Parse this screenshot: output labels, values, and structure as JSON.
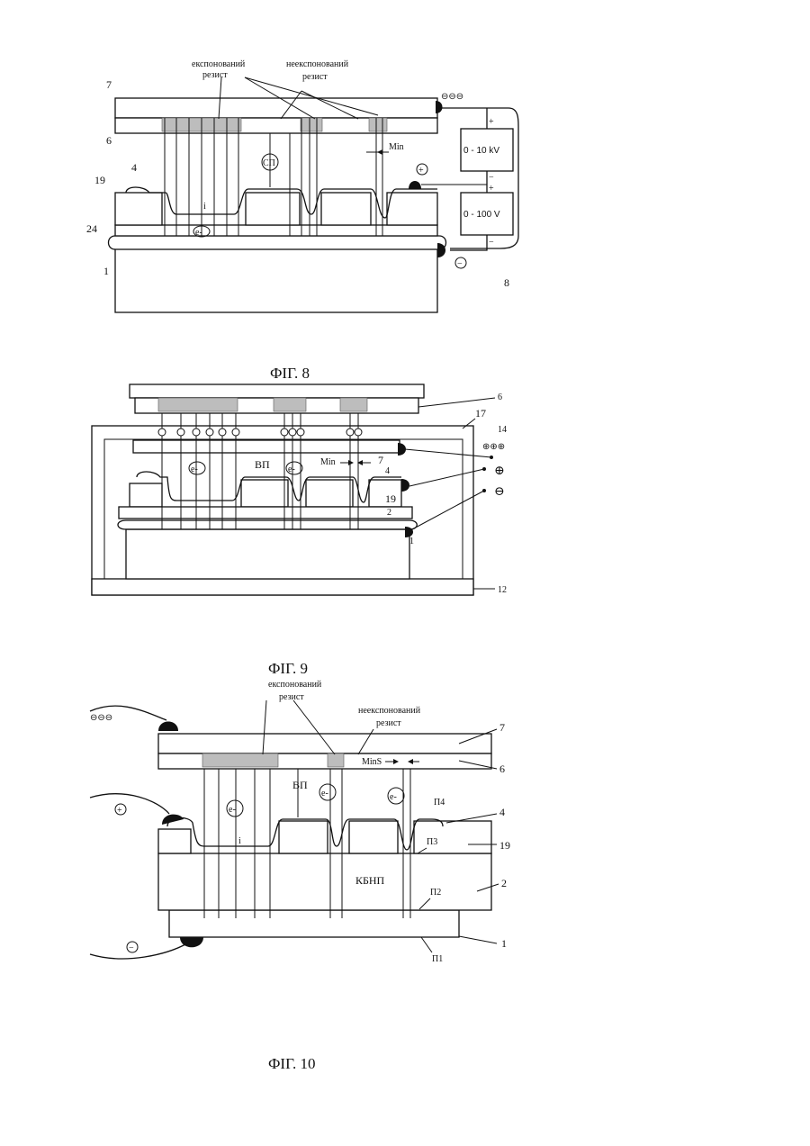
{
  "colors": {
    "ink": "#111111",
    "paper": "#ffffff",
    "resist_fill": "#bdbdbd"
  },
  "fig8": {
    "caption": "ФІГ. 8",
    "label_exposed": [
      "експонований",
      "резист"
    ],
    "label_unexposed": [
      "неекспонований",
      "резист"
    ],
    "num_7": "7",
    "num_6": "6",
    "num_4": "4",
    "num_19": "19",
    "num_24": "24",
    "num_1": "1",
    "num_8": "8",
    "charge_top": "⊖⊖⊖",
    "charge_plus": "+",
    "charge_minus": "−",
    "label_sp": "СП",
    "label_min": "Min",
    "label_e": "e-",
    "label_i": "i",
    "psu1": "0 - 10 kV",
    "psu2": "0 - 100 V",
    "psu_plus": "+",
    "psu_minus": "−"
  },
  "fig9": {
    "caption": "ФІГ. 9",
    "num_6": "6",
    "num_17": "17",
    "num_14": "14",
    "num_7": "7",
    "num_4": "4",
    "num_19": "19",
    "num_2": "2",
    "num_1": "1",
    "num_12": "12",
    "charge_top": "⊕⊕⊕",
    "charge_plus": "⊕",
    "charge_minus": "⊖",
    "label_vp": "ВП",
    "label_min": "Min",
    "label_e": "e-"
  },
  "fig10": {
    "caption": "ФІГ. 10",
    "label_exposed": [
      "експонований",
      "резист"
    ],
    "label_unexposed": [
      "неекспонований",
      "резист"
    ],
    "num_7": "7",
    "num_6": "6",
    "num_4": "4",
    "num_19": "19",
    "num_2": "2",
    "num_1": "1",
    "label_p1": "П1",
    "label_p2": "П2",
    "label_p3": "П3",
    "label_p4": "П4",
    "label_kbnp": "КБНП",
    "label_vp": "ВП",
    "label_mins": "MinS",
    "label_e": "e-",
    "label_i": "i",
    "charge_top": "⊖⊖⊖",
    "charge_plus": "+",
    "charge_minus": "−"
  }
}
